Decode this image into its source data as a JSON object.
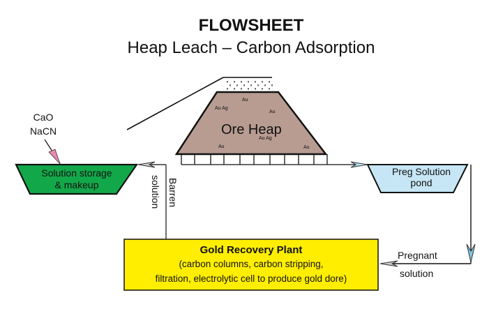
{
  "title": {
    "line1": "FLOWSHEET",
    "line2": "Heap Leach – Carbon Adsorption"
  },
  "heap": {
    "label": "Ore Heap",
    "minerals": [
      "Au",
      "Au Ag",
      "Au",
      "Au Ag",
      "Au",
      "Au"
    ],
    "fill": "#b89c92"
  },
  "reagents": {
    "line1": "CaO",
    "line2": "NaCN",
    "arrow_color": "#e58ab0"
  },
  "storage_pond": {
    "line1": "Solution storage",
    "line2": "& makeup",
    "fill": "#12a84a"
  },
  "preg_pond": {
    "line1": "Preg Solution",
    "line2": "pond",
    "fill": "#c6e6f5"
  },
  "barren_label": {
    "line1": "Barren",
    "line2": "solution"
  },
  "pregnant_label": {
    "line1": "Pregnant",
    "line2": "solution"
  },
  "plant": {
    "title": "Gold Recovery Plant",
    "line1": "(carbon columns, carbon stripping,",
    "line2": "filtration, electrolytic cell to produce gold dore)",
    "fill": "#ffee00"
  }
}
